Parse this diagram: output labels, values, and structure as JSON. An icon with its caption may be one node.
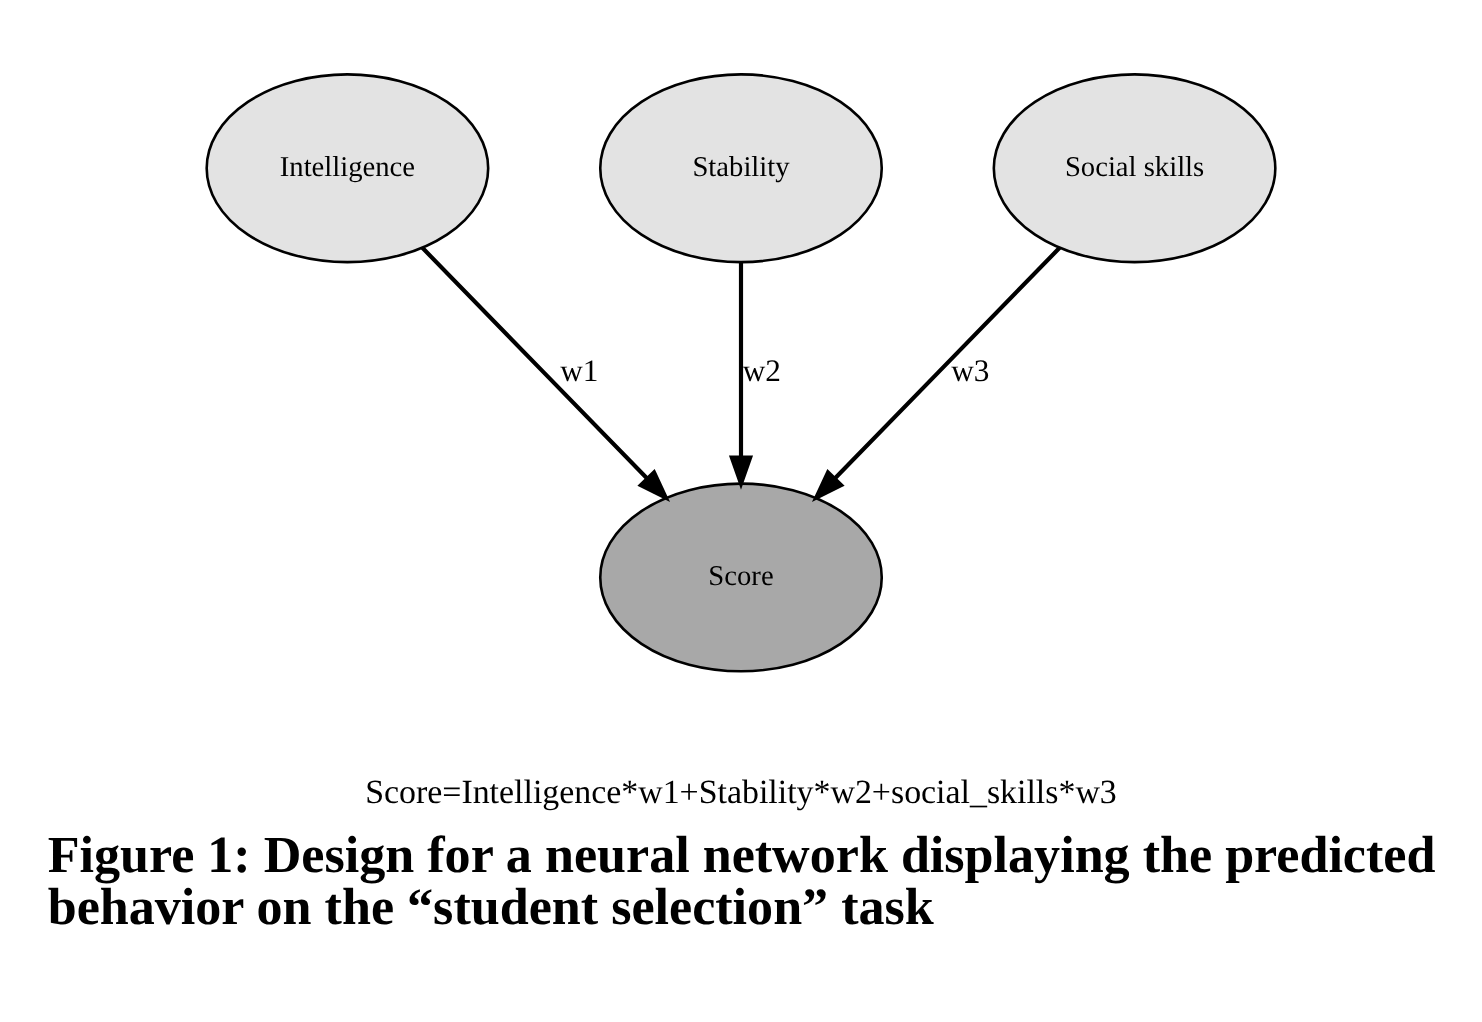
{
  "diagram": {
    "caption": "Figure 1: Design for a neural network displaying the predicted behavior on the “student selection” task",
    "nodes": [
      {
        "text": [
          "Intelligence"
        ]
      },
      {
        "text": [
          "Stability"
        ]
      },
      {
        "text": [
          "Social skills"
        ]
      },
      {
        "text": [
          "Score"
        ]
      }
    ],
    "edges": [
      {
        "from": 0,
        "to": 3,
        "arrow": "to",
        "label": "w1"
      },
      {
        "from": 1,
        "to": 3,
        "arrow": "to",
        "label": "w2"
      },
      {
        "from": 2,
        "to": 3,
        "arrow": "to",
        "label": "w3"
      }
    ],
    "labels": [
      "Score=Intelligence*w1+Stability*w2+social_skills*w3"
    ]
  }
}
